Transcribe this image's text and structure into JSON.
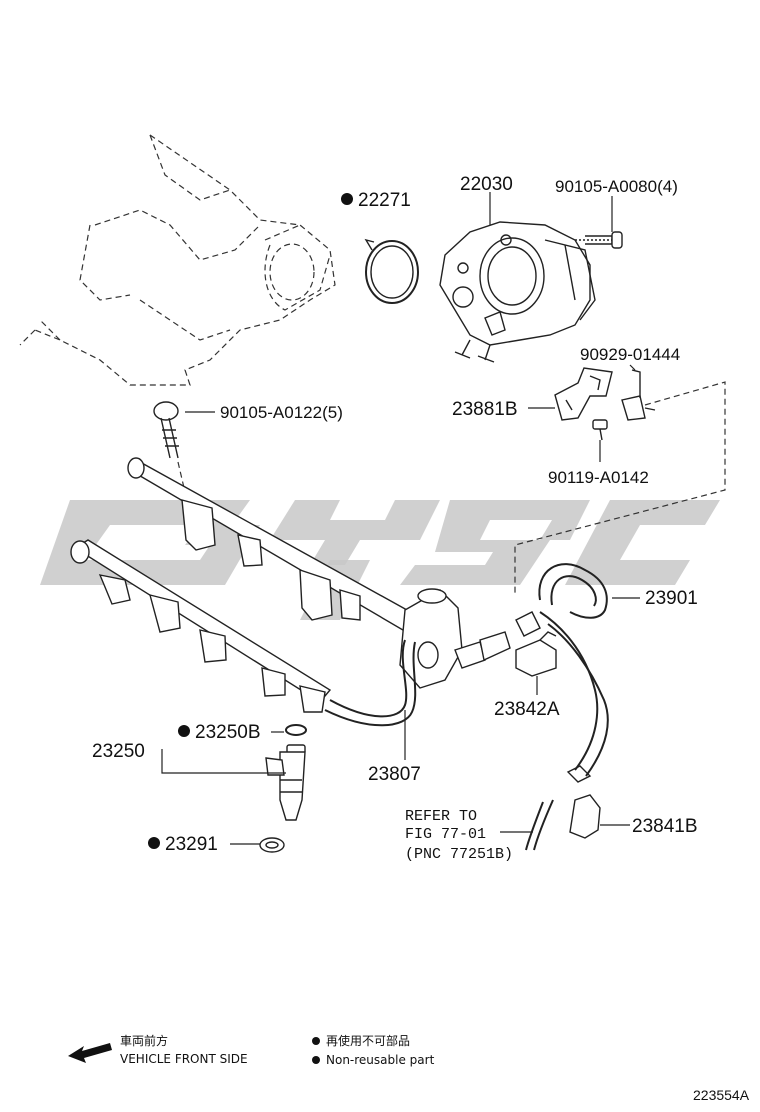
{
  "parts": {
    "p22271": "22271",
    "p22030": "22030",
    "p90105_a0080": "90105-A0080(4)",
    "p90929_01444": "90929-01444",
    "p23881b": "23881B",
    "p90105_a0122": "90105-A0122(5)",
    "p90119_a0142": "90119-A0142",
    "p23901": "23901",
    "p23842a": "23842A",
    "p23250b": "23250B",
    "p23250": "23250",
    "p23807": "23807",
    "p23841b": "23841B",
    "p23291": "23291"
  },
  "reference": {
    "line1": "REFER TO",
    "line2": "FIG 77-01",
    "line3": "(PNC 77251B)"
  },
  "legend": {
    "front_jp": "車両前方",
    "front_en": "VEHICLE FRONT SIDE",
    "nonreuse_jp": "再使用不可部品",
    "nonreuse_en": "Non-reusable part"
  },
  "watermark": "GYGC",
  "illustration_code": "223554A"
}
